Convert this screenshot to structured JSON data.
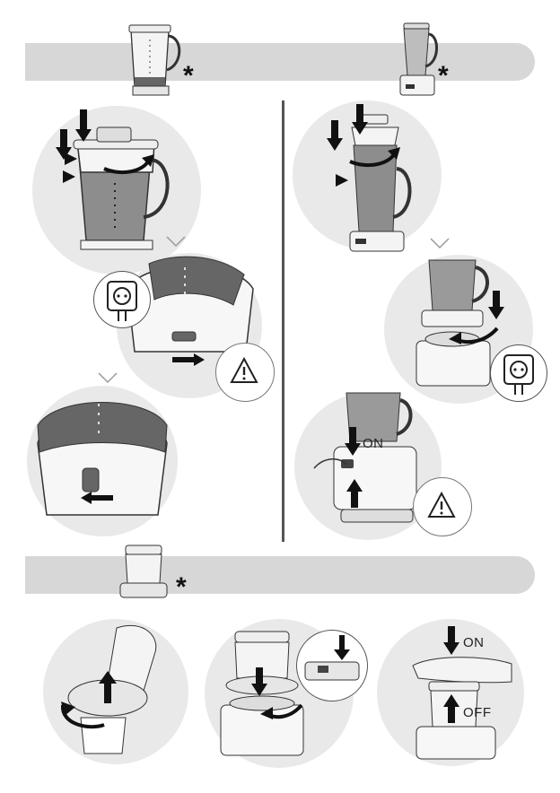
{
  "sections": [
    {
      "id": "blender-jug",
      "asterisk": "*"
    },
    {
      "id": "vacuum-jug",
      "asterisk": "*"
    },
    {
      "id": "chopper",
      "asterisk": "*"
    }
  ],
  "labels": {
    "vacuum_on": "ON",
    "chopper_on": "ON",
    "chopper_off": "OFF"
  },
  "icons": [
    "asterisk-icon",
    "warning-icon",
    "plug-socket-icon",
    "push-arrow-icon",
    "rotate-arrow-icon",
    "chevron-down-icon",
    "pointer-triangle-icon"
  ],
  "colors": {
    "banner": "#d7d7d7",
    "circle": "#e9e9e9",
    "arrow": "#111111",
    "liquid": "#7d7d7d"
  }
}
